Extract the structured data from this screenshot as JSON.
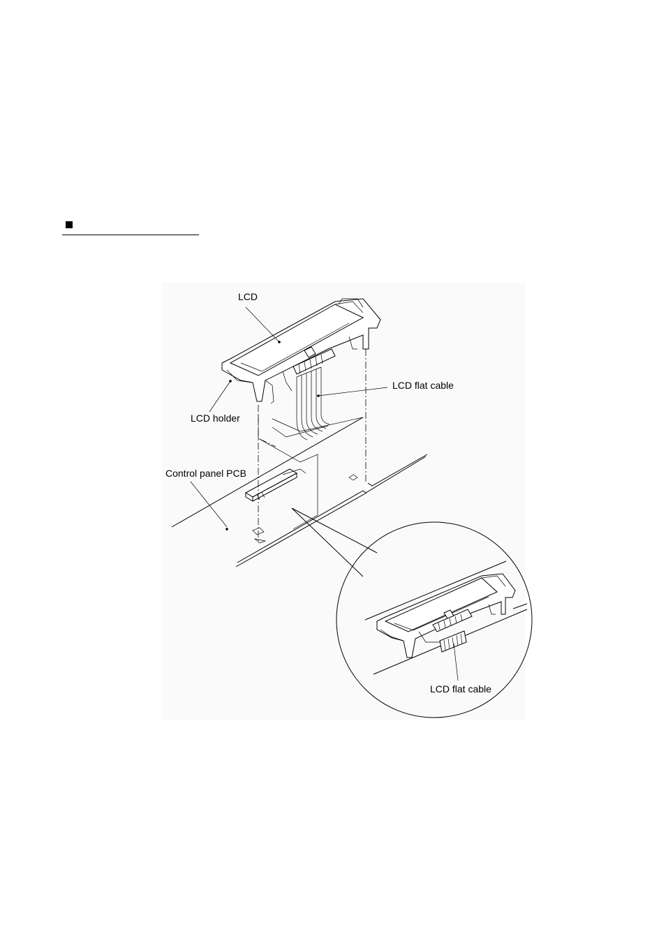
{
  "heading": {
    "text": ""
  },
  "labels": {
    "lcd": "LCD",
    "lcd_flat_cable": "LCD flat cable",
    "lcd_holder": "LCD holder",
    "control_panel_pcb": "Control panel PCB",
    "lcd_flat_cable_detail": "LCD flat cable"
  },
  "colors": {
    "ink": "#000000",
    "paper": "#ffffff",
    "figure_bg": "#fafafa"
  }
}
